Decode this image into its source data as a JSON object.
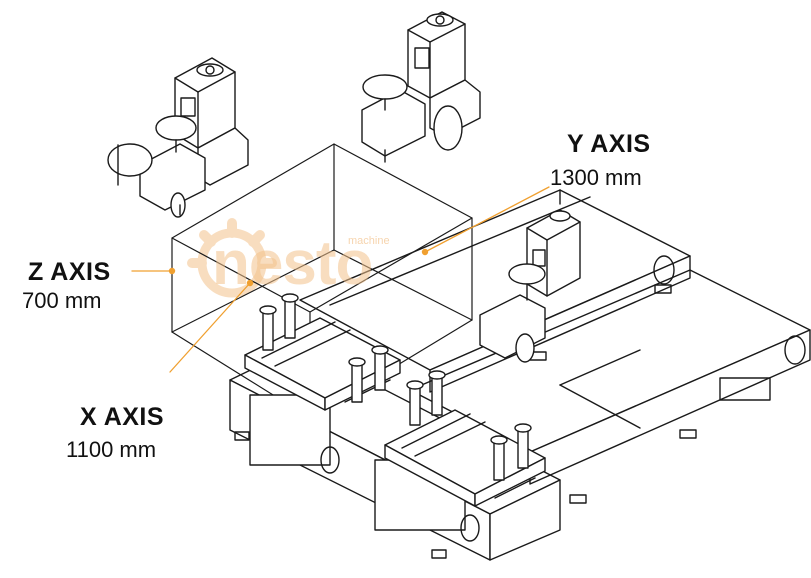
{
  "labels": {
    "z_axis": {
      "name": "Z AXIS",
      "value": "700 mm"
    },
    "y_axis": {
      "name": "Y AXIS",
      "value": "1300 mm"
    },
    "x_axis": {
      "name": "X AXIS",
      "value": "1100 mm"
    }
  },
  "watermark": {
    "brand": "nesto",
    "sub": "machine"
  },
  "colors": {
    "leader": "#f0a030",
    "drawing": "#1a1a1a",
    "watermark": "#f3c28c"
  }
}
